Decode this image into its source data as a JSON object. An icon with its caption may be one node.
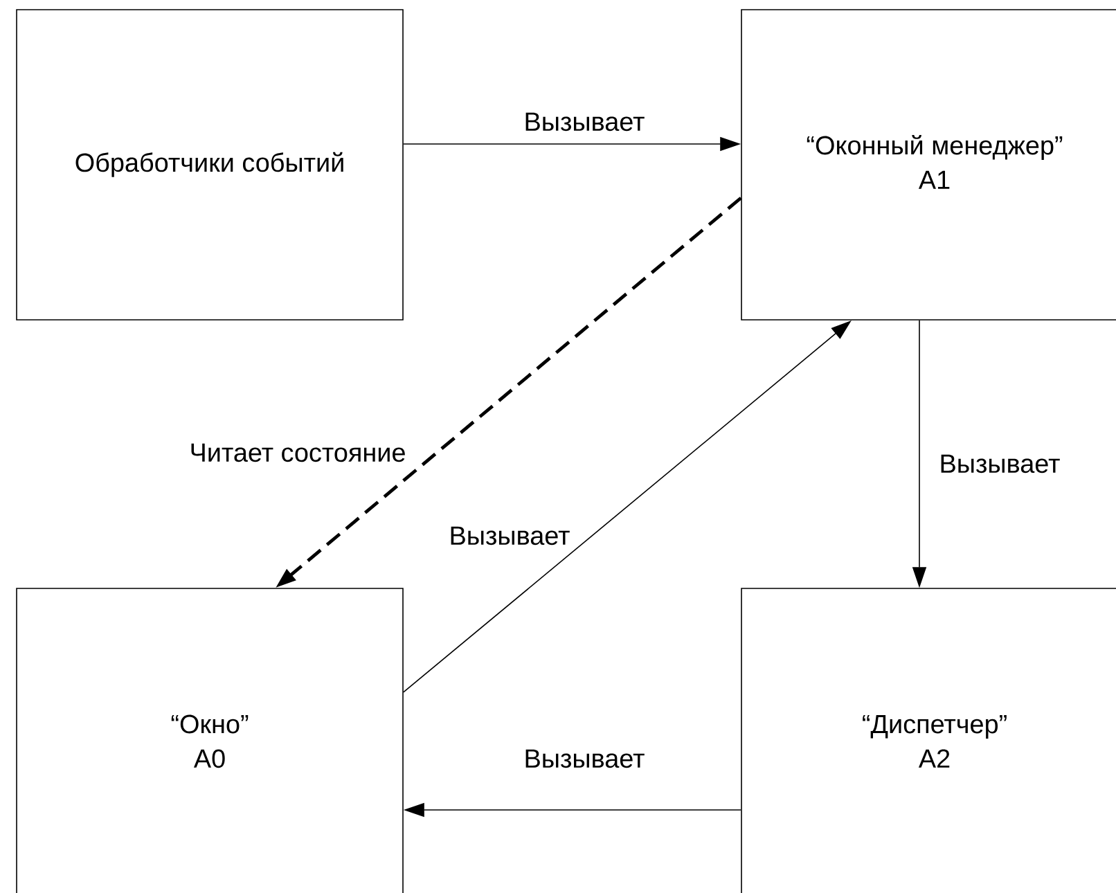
{
  "diagram": {
    "nodes": [
      {
        "text": [
          "Обработчики событий"
        ]
      },
      {
        "text": [
          "“Оконный менеджер”",
          "A1"
        ]
      },
      {
        "text": [
          "“Окно”",
          "A0"
        ]
      },
      {
        "text": [
          "“Диспетчер”",
          "A2"
        ]
      }
    ],
    "edges": [
      {
        "from": 0,
        "to": 1,
        "arrow": "to",
        "label": "Вызывает"
      },
      {
        "from": 1,
        "to": 2,
        "arrow": "to",
        "label": "Читает состояние",
        "style": "dashed"
      },
      {
        "from": 2,
        "to": 1,
        "arrow": "to",
        "label": "Вызывает"
      },
      {
        "from": 1,
        "to": 3,
        "arrow": "to",
        "label": "Вызывает"
      },
      {
        "from": 3,
        "to": 2,
        "arrow": "to",
        "label": "Вызывает"
      }
    ]
  }
}
